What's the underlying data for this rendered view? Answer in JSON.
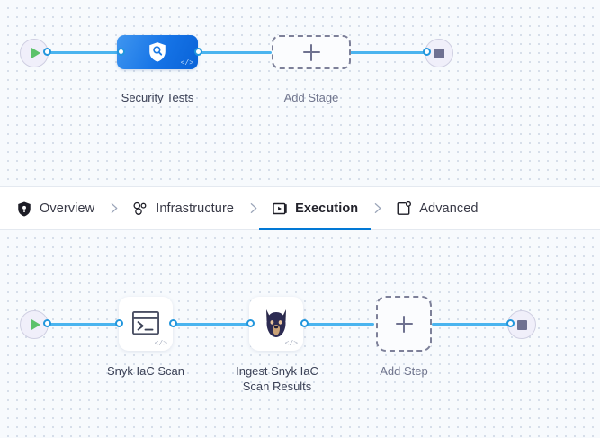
{
  "theme": {
    "canvas_bg": "#f7fafd",
    "grid_dot": "#d3dce8",
    "edge_color": "#4ab4ef",
    "port_color": "#2196dd",
    "accent": "#0278d5",
    "stage_gradient_from": "#3f96f0",
    "stage_gradient_to": "#0a63d8",
    "start_icon_color": "#5cc26a",
    "stop_icon_color": "#6f7192",
    "terminus_bg": "#f0effa",
    "label_color": "#3b4156",
    "muted_label_color": "#71768e",
    "dashed_border": "#7d8099"
  },
  "tabs": [
    {
      "id": "overview",
      "label": "Overview",
      "icon": "shield-icon",
      "active": false
    },
    {
      "id": "infrastructure",
      "label": "Infrastructure",
      "icon": "nodes-icon",
      "active": false
    },
    {
      "id": "execution",
      "label": "Execution",
      "icon": "play-box-icon",
      "active": true
    },
    {
      "id": "advanced",
      "label": "Advanced",
      "icon": "card-gear-icon",
      "active": false
    }
  ],
  "tab_separator": "chevron-right-icon",
  "stage_pipeline": {
    "start": {
      "name": "pipeline-start",
      "icon": "play-icon"
    },
    "end": {
      "name": "pipeline-end",
      "icon": "stop-icon"
    },
    "nodes": [
      {
        "id": "security-tests",
        "label": "Security Tests",
        "icon": "shield-search-icon",
        "badge": "</>",
        "type": "stage"
      },
      {
        "id": "add-stage",
        "label": "Add Stage",
        "icon": "plus-icon",
        "type": "add"
      }
    ]
  },
  "step_pipeline": {
    "start": {
      "name": "pipeline-start",
      "icon": "play-icon"
    },
    "end": {
      "name": "pipeline-end",
      "icon": "stop-icon"
    },
    "nodes": [
      {
        "id": "snyk-iac-scan",
        "label": "Snyk IaC Scan",
        "icon": "terminal-icon",
        "badge": "</>",
        "type": "step"
      },
      {
        "id": "ingest-snyk-iac-results",
        "label": "Ingest Snyk IaC\nScan Results",
        "icon": "snyk-dog-icon",
        "badge": "</>",
        "type": "step"
      },
      {
        "id": "add-step",
        "label": "Add Step",
        "icon": "plus-icon",
        "type": "add"
      }
    ]
  }
}
